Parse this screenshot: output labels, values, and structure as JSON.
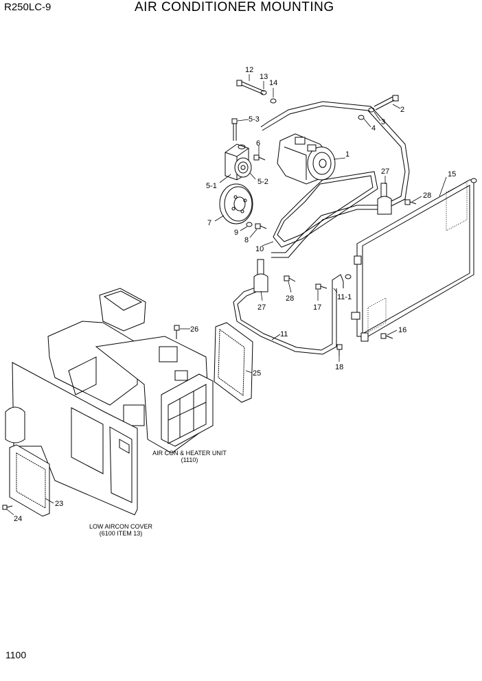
{
  "header": {
    "model": "R250LC-9",
    "title": "AIR CONDITIONER MOUNTING"
  },
  "footer": {
    "page_number": "1100"
  },
  "callouts": [
    "12",
    "13",
    "14",
    "2",
    "3",
    "4",
    "5-3",
    "6",
    "1",
    "5-1",
    "5-2",
    "7",
    "9",
    "8",
    "10",
    "27",
    "15",
    "28",
    "27",
    "28",
    "17",
    "11-1",
    "11",
    "16",
    "18",
    "26",
    "25",
    "23",
    "24"
  ],
  "captions": {
    "aircon_unit_line1": "AIR CON & HEATER UNIT",
    "aircon_unit_line2": "(1110)",
    "cover_line1": "LOW AIRCON COVER",
    "cover_line2": "(6100 ITEM 13)"
  }
}
